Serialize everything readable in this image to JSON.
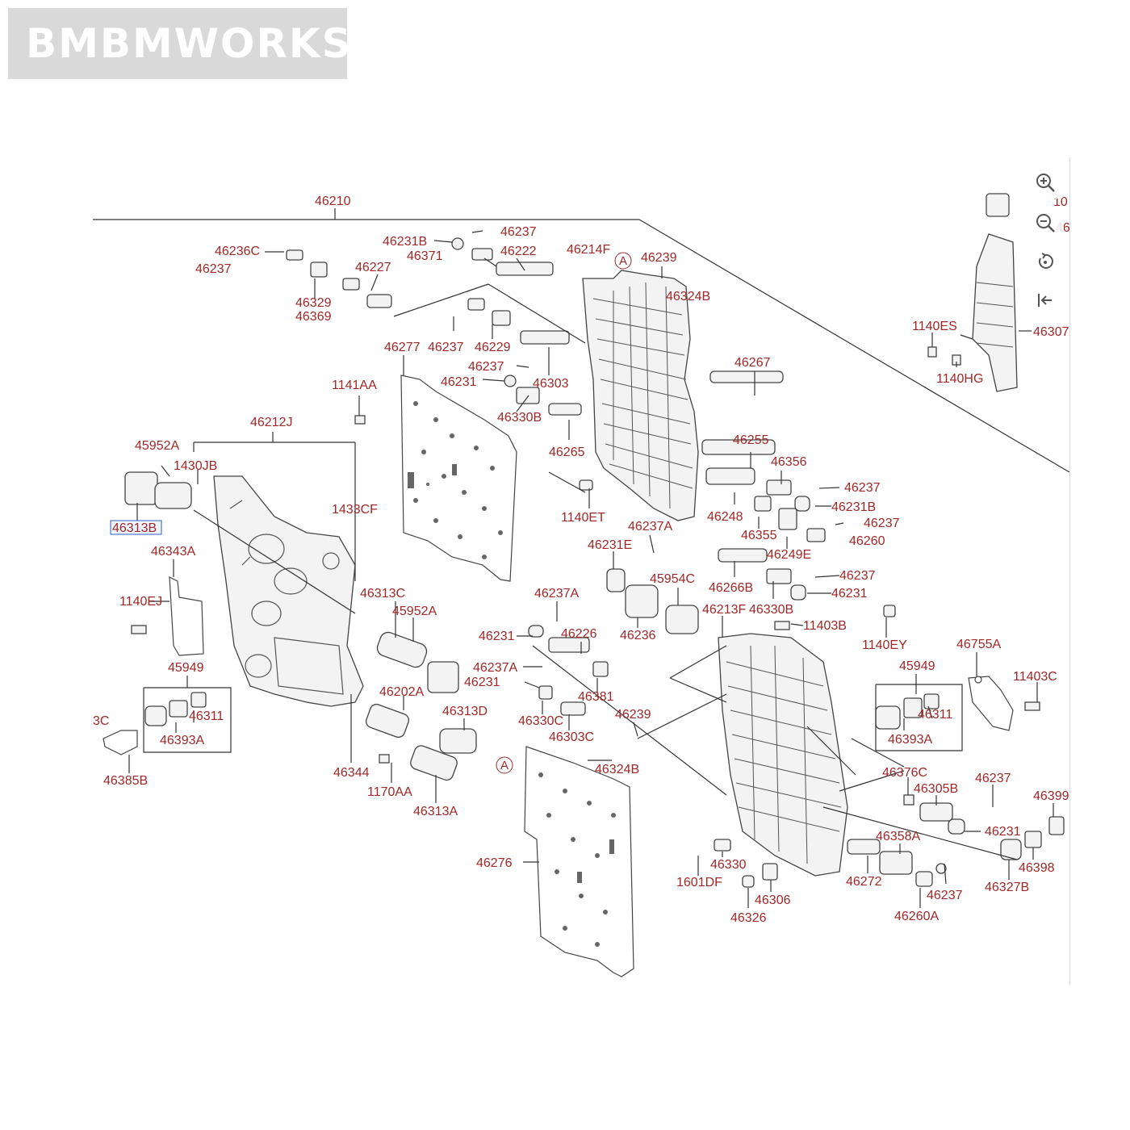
{
  "watermark": {
    "text": "BMBMWORKS"
  },
  "toolbar": {
    "zoom_in_icon": "zoom-in-icon",
    "zoom_out_icon": "zoom-out-icon",
    "reset_icon": "rotate-reset-icon",
    "collapse_icon": "collapse-left-icon"
  },
  "colors": {
    "label": "#a02828",
    "line": "#333333",
    "watermark_bg": "#d9d9d9"
  },
  "callouts": {
    "a1": "A",
    "a2": "A"
  },
  "labels": {
    "l46210": "46210",
    "l46236C": "46236C",
    "l46237a": "46237",
    "l46231B_top": "46231B",
    "l46237b": "46237",
    "l46371": "46371",
    "l46222": "46222",
    "l46214F": "46214F",
    "l46239_top": "46239",
    "l46329": "46329",
    "l46369": "46369",
    "l46227": "46227",
    "l46324B_top": "46324B",
    "l46277": "46277",
    "l46237c": "46237",
    "l46229": "46229",
    "l46237d": "46237",
    "l46231a": "46231",
    "l46303": "46303",
    "l46267": "46267",
    "l1141AA": "1141AA",
    "l46330B": "46330B",
    "l46265": "46265",
    "l46212J": "46212J",
    "l45952A_left": "45952A",
    "l1430JB": "1430JB",
    "l1433CF": "1433CF",
    "l46313B": "46313B",
    "l46343A": "46343A",
    "l1140EJ": "1140EJ",
    "l45949_left": "45949",
    "l46311_left": "46311",
    "l46393A_left": "46393A",
    "l3C": "3C",
    "l46385B": "46385B",
    "l46313C": "46313C",
    "l45952A_mid": "45952A",
    "l46202A": "46202A",
    "l46313D": "46313D",
    "l46344": "46344",
    "l1170AA": "1170AA",
    "l46313A": "46313A",
    "l1140ET": "1140ET",
    "l46255": "46255",
    "l46356": "46356",
    "l46237e": "46237",
    "l46231B_r": "46231B",
    "l46248": "46248",
    "l46355": "46355",
    "l46237f": "46237",
    "l46260": "46260",
    "l46249E": "46249E",
    "l46237A_mid": "46237A",
    "l46231E": "46231E",
    "l45954C": "45954C",
    "l46266B": "46266B",
    "l46237g": "46237",
    "l46330B2": "46330B",
    "l46231b": "46231",
    "l46213F": "46213F",
    "l46236": "46236",
    "l11403B": "11403B",
    "l1140EY": "1140EY",
    "l46755A": "46755A",
    "l46237A_low": "46237A",
    "l46231c": "46231",
    "l46226": "46226",
    "l46237A_low2": "46237A",
    "l46231d": "46231",
    "l46381": "46381",
    "l46330C": "46330C",
    "l46303C": "46303C",
    "l46239_low": "46239",
    "l45949_right": "45949",
    "l11403C": "11403C",
    "l46311_right": "46311",
    "l46393A_right": "46393A",
    "l46324B_low": "46324B",
    "l46376C": "46376C",
    "l46305B": "46305B",
    "l46237h": "46237",
    "l46399": "46399",
    "l46231e": "46231",
    "l46358A": "46358A",
    "l46276": "46276",
    "l46330": "46330",
    "l1601DF": "1601DF",
    "l46306": "46306",
    "l46326": "46326",
    "l46272": "46272",
    "l46237i": "46237",
    "l46260A": "46260A",
    "l46398": "46398",
    "l46327B": "46327B",
    "l1140ES": "1140ES",
    "l46307": "46307",
    "l1140HG": "1140HG",
    "l10": "10",
    "l46": "46"
  }
}
